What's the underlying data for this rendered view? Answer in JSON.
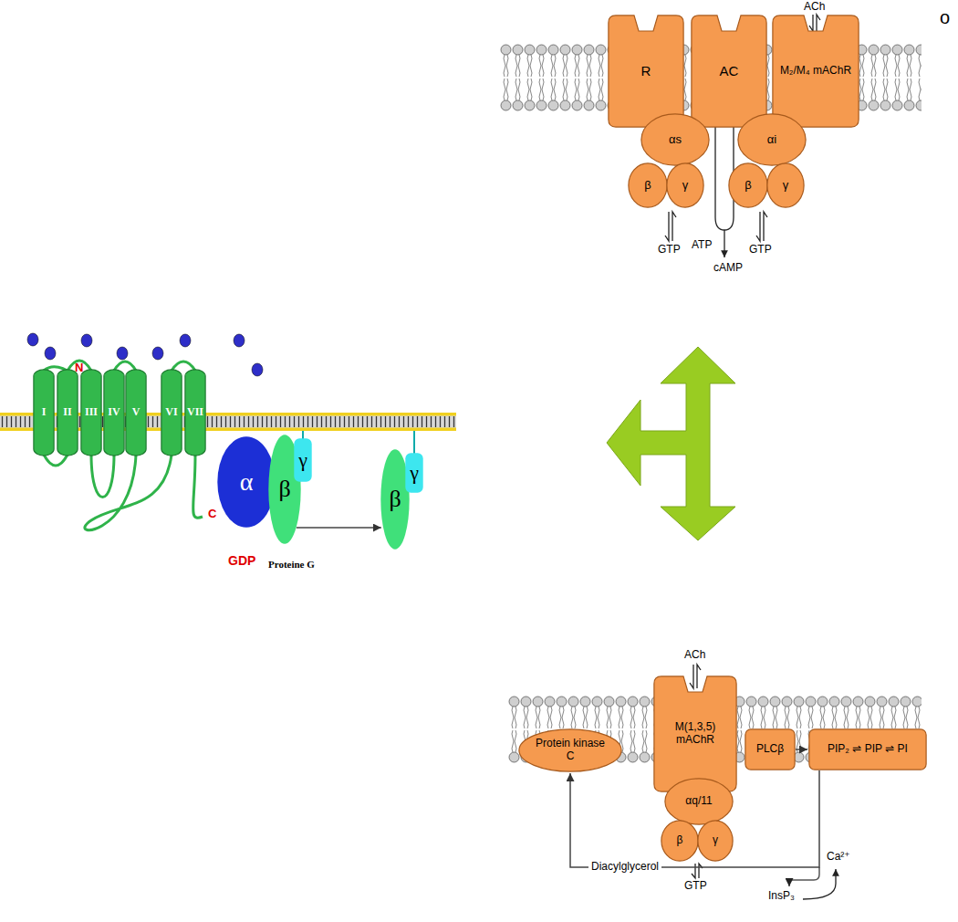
{
  "diagram": {
    "nodes": [
      {
        "text": [
          "R"
        ]
      },
      {
        "text": [
          "AC"
        ]
      },
      {
        "text": [
          "M₂/M₄ mAChR"
        ]
      },
      {
        "text": [
          "αs"
        ]
      },
      {
        "text": [
          "β"
        ]
      },
      {
        "text": [
          "γ"
        ]
      },
      {
        "text": [
          "αi"
        ]
      },
      {
        "text": [
          "β"
        ]
      },
      {
        "text": [
          "γ"
        ]
      },
      {
        "text": [
          "I"
        ]
      },
      {
        "text": [
          "II"
        ]
      },
      {
        "text": [
          "III"
        ]
      },
      {
        "text": [
          "IV"
        ]
      },
      {
        "text": [
          "V"
        ]
      },
      {
        "text": [
          "VI"
        ]
      },
      {
        "text": [
          "VII"
        ]
      },
      {
        "text": [
          "α"
        ]
      },
      {
        "text": [
          "β"
        ]
      },
      {
        "text": [
          "γ"
        ]
      },
      {
        "text": [
          "β"
        ]
      },
      {
        "text": [
          "γ"
        ]
      },
      {
        "text": [
          "Protein kinase C"
        ]
      },
      {
        "text": [
          "M(1,3,5) mAChR"
        ]
      },
      {
        "text": [
          "PLCβ"
        ]
      },
      {
        "text": [
          "PIP₂ ⇌ PIP ⇌ PI"
        ]
      },
      {
        "text": [
          "αq/11"
        ]
      },
      {
        "text": [
          "β"
        ]
      },
      {
        "text": [
          "γ"
        ]
      }
    ],
    "edges": [
      {
        "from": 17,
        "to": 19,
        "arrow": "to"
      },
      {
        "from": 23,
        "to": 24,
        "arrow": "to"
      },
      {
        "from": 24,
        "to": 21,
        "arrow": "to",
        "label": "Diacylglycerol"
      }
    ],
    "labels": [
      "o",
      "ACh",
      "GTP",
      "GTP",
      "ATP",
      "cAMP",
      "N",
      "C",
      "GDP",
      "Proteine G",
      "ACh",
      "GTP",
      "InsP₃",
      "Ca²⁺"
    ]
  }
}
